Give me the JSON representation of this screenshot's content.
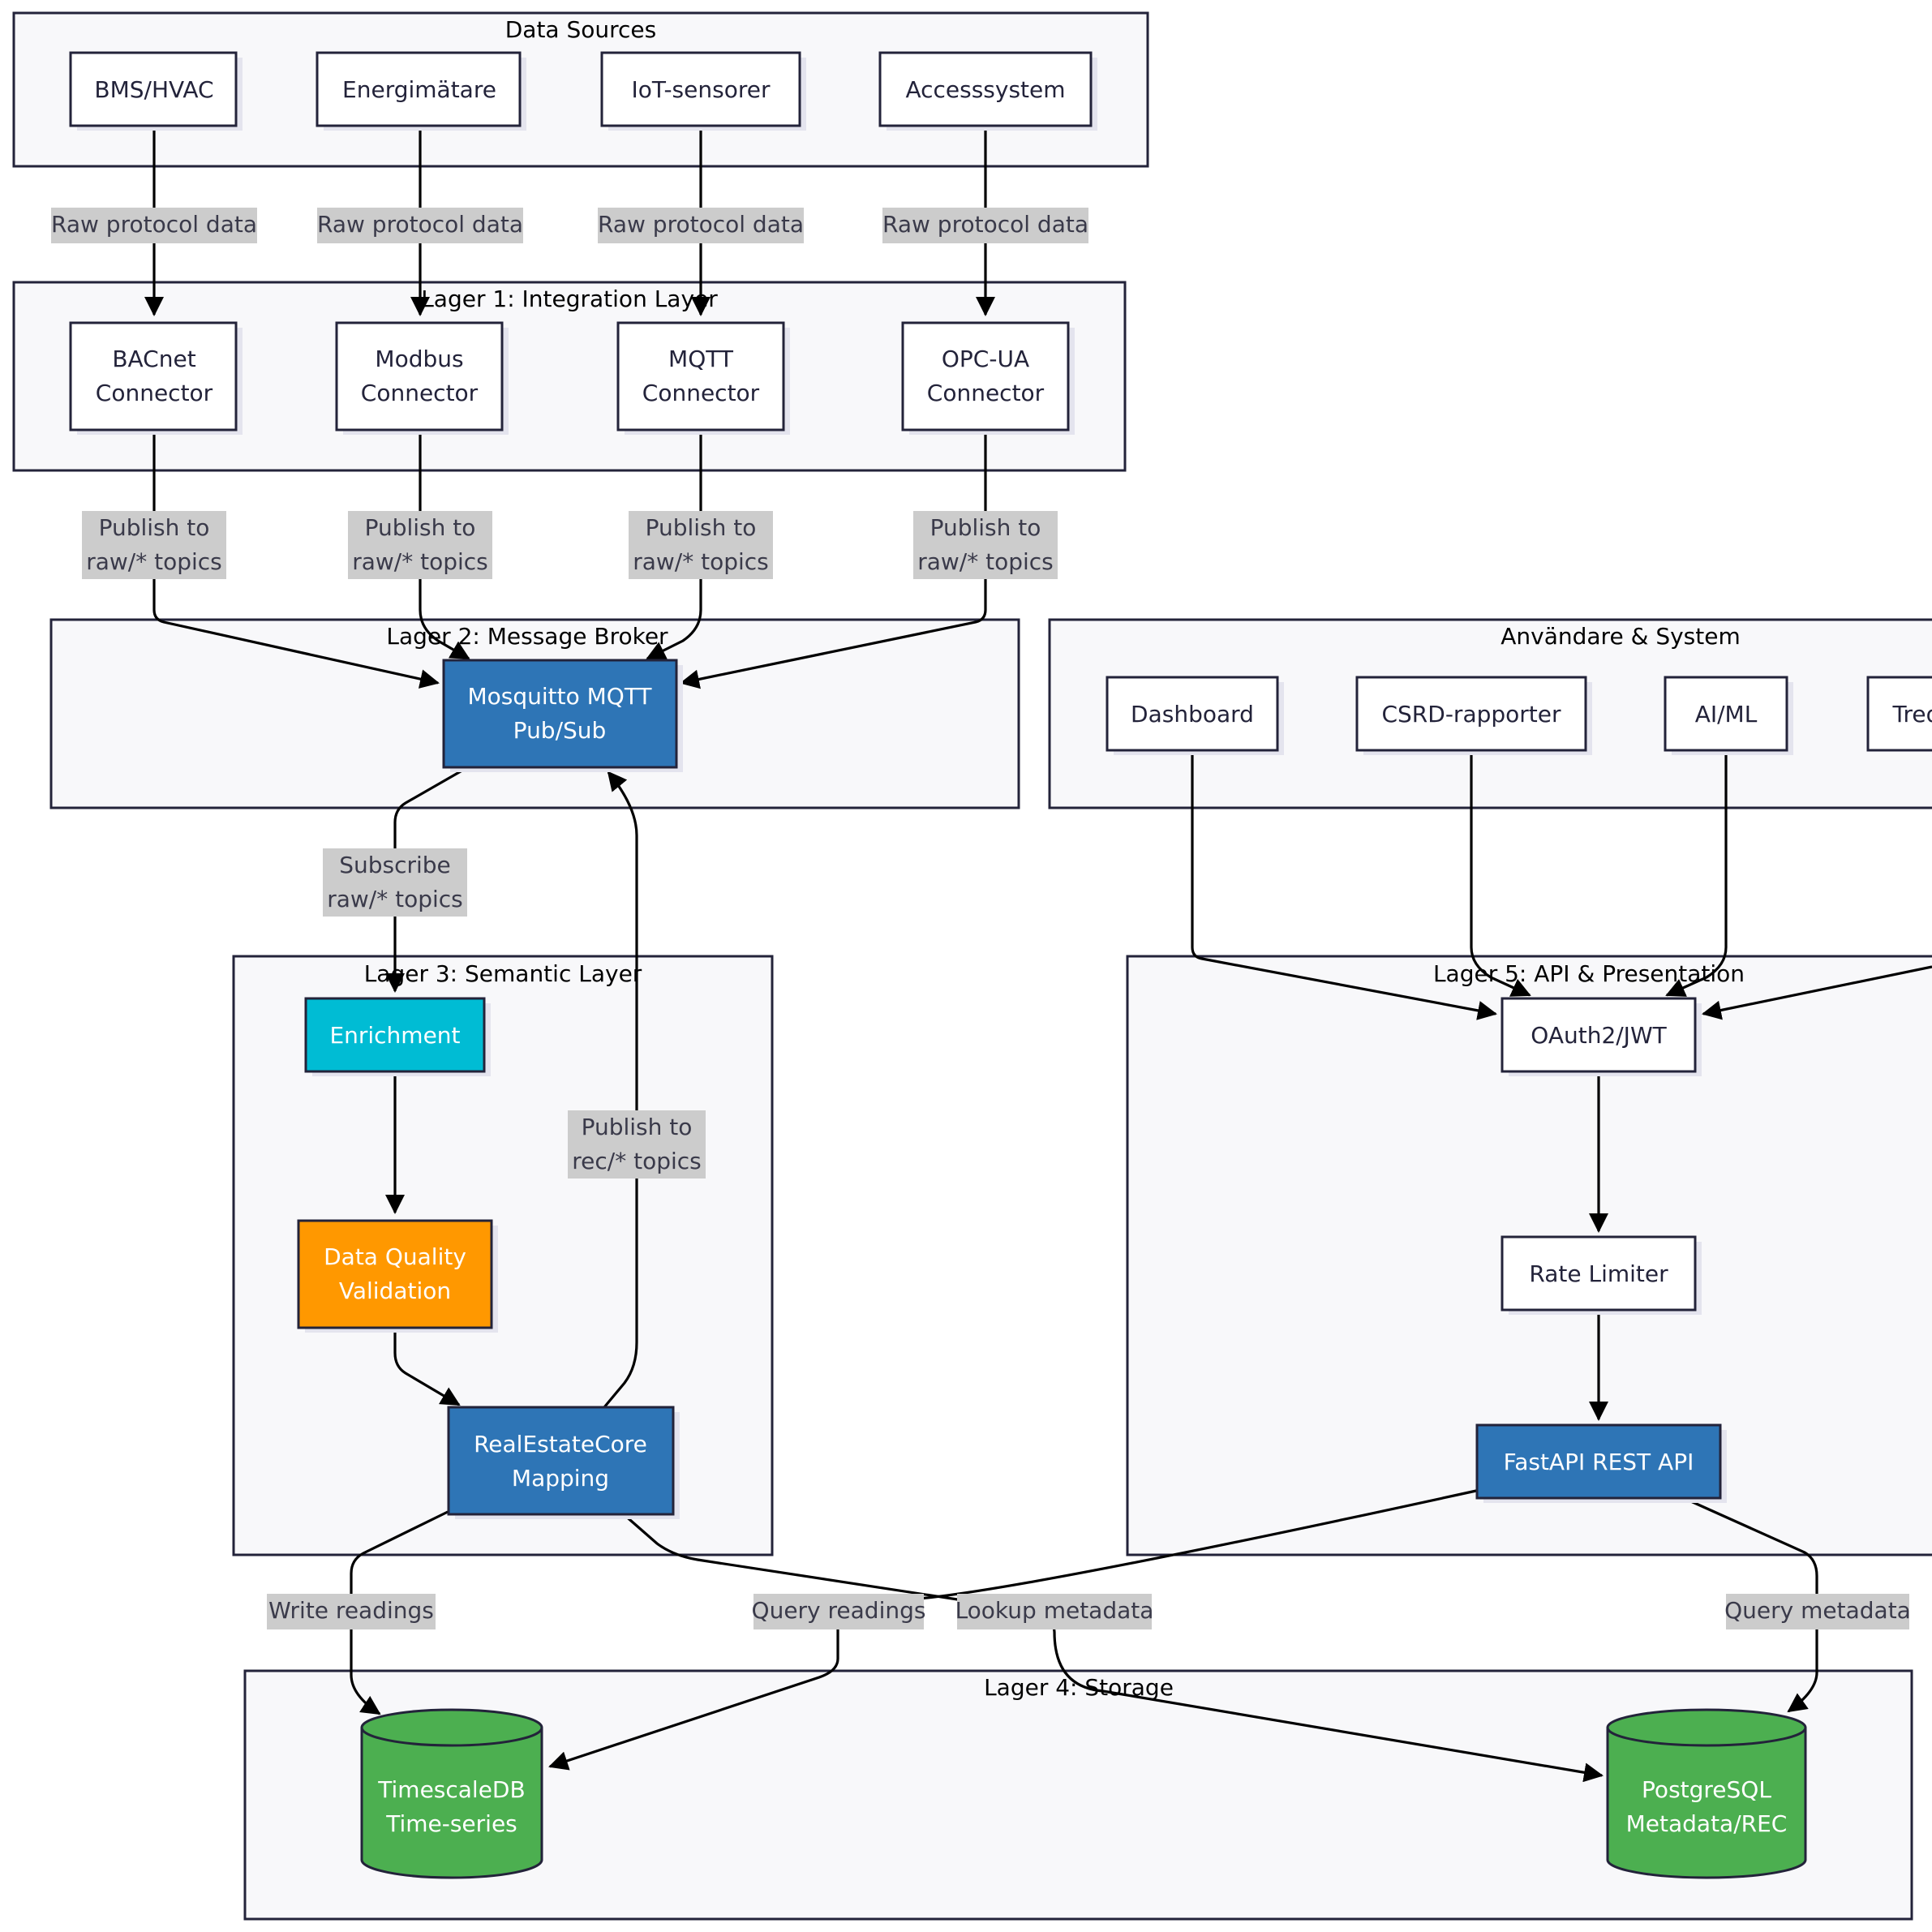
{
  "groups": {
    "data_sources": "Data Sources",
    "integration": "Lager 1: Integration Layer",
    "broker": "Lager 2: Message Broker",
    "users": "Användare & System",
    "semantic": "Lager 3: Semantic Layer",
    "api": "Lager 5: API & Presentation",
    "storage": "Lager 4: Storage"
  },
  "nodes": {
    "bms": [
      "BMS/HVAC"
    ],
    "energy": [
      "Energimätare"
    ],
    "iot": [
      "IoT-sensorer"
    ],
    "access": [
      "Accesssystem"
    ],
    "bacnet": [
      "BACnet",
      "Connector"
    ],
    "modbus": [
      "Modbus",
      "Connector"
    ],
    "mqtt": [
      "MQTT",
      "Connector"
    ],
    "opcua": [
      "OPC-UA",
      "Connector"
    ],
    "mosquitto": [
      "Mosquitto MQTT",
      "Pub/Sub"
    ],
    "dashboard": [
      "Dashboard"
    ],
    "csrd": [
      "CSRD-rapporter"
    ],
    "aiml": [
      "AI/ML"
    ],
    "tred": [
      "Tred"
    ],
    "enrichment": [
      "Enrichment"
    ],
    "dq": [
      "Data Quality",
      "Validation"
    ],
    "rec": [
      "RealEstateCore",
      "Mapping"
    ],
    "oauth": [
      "OAuth2/JWT"
    ],
    "rate": [
      "Rate Limiter"
    ],
    "fastapi": [
      "FastAPI REST API"
    ],
    "timescale": [
      "TimescaleDB",
      "Time-series"
    ],
    "postgres": [
      "PostgreSQL",
      "Metadata/REC"
    ]
  },
  "edge_labels": {
    "raw": [
      "Raw protocol data"
    ],
    "publish_raw": [
      "Publish to",
      "raw/* topics"
    ],
    "subscribe_raw": [
      "Subscribe",
      "raw/* topics"
    ],
    "publish_rec": [
      "Publish to",
      "rec/* topics"
    ],
    "write_readings": [
      "Write readings"
    ],
    "query_readings": [
      "Query readings"
    ],
    "lookup_metadata": [
      "Lookup metadata"
    ],
    "query_metadata": [
      "Query metadata"
    ]
  },
  "colors": {
    "blue": "#2e75b6",
    "cyan": "#00bcd4",
    "orange": "#ff9800",
    "green": "#4caf50",
    "border": "#23233a",
    "group_fill": "#f8f8fa",
    "label_bg": "#cccccc"
  }
}
